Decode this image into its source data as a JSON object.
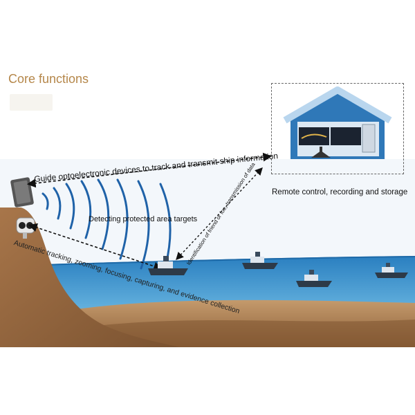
{
  "title": "Core functions",
  "labels": {
    "guide": "Guide optoelectronic devices to track and transmit ship information",
    "remote": "Remote control, recording and storage",
    "detect": "Detecting protected area targets",
    "identification": "Identification of friend or foe, transmission of data",
    "auto": "Automatic tracking, zooming, focusing, capturing, and evidence collection"
  },
  "colors": {
    "title": "#b5874a",
    "sea": "#3aa0d6",
    "land": "#9c6b3e",
    "seabed": "#b98a5e",
    "sky": "#f3f7fb",
    "radar_arc": "#1f62a8"
  },
  "icons": [
    "radar-device-icon",
    "camera-device-icon",
    "control-room-icon",
    "ship-icon"
  ]
}
